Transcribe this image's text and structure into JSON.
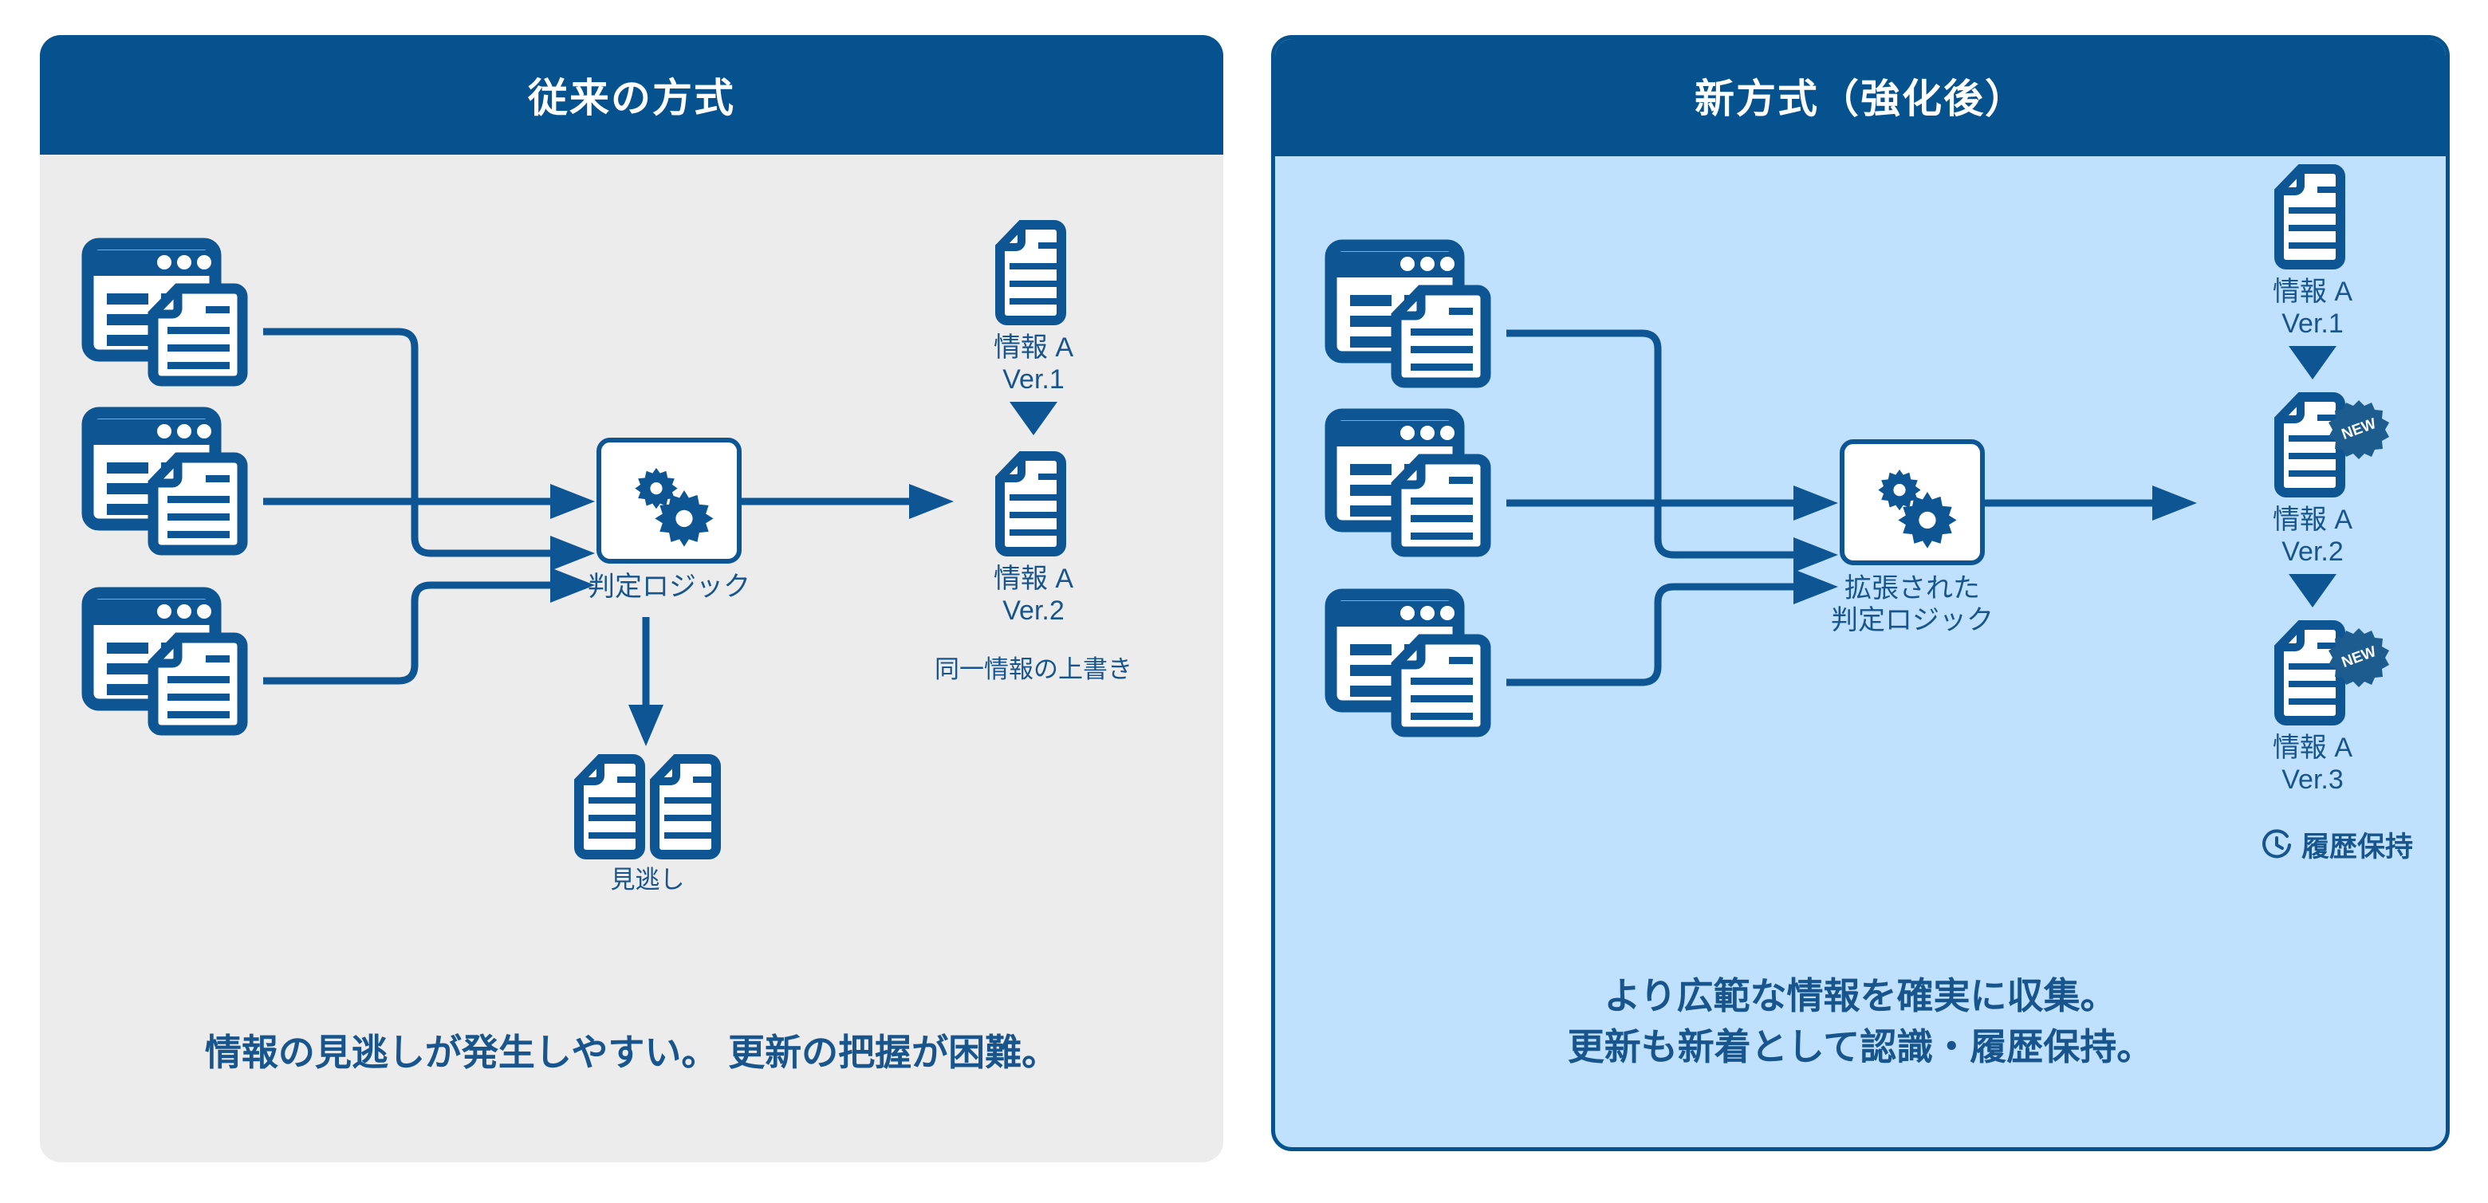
{
  "diagram": {
    "title_left": "従来の方式",
    "title_right": "新方式（強化後）",
    "colors": {
      "header_blue": "#05528f",
      "line_blue": "#0d5693",
      "text_blue": "#17558c",
      "left_body": "#ececec",
      "right_body": "#bfe1fd",
      "badge_blue": "#1d5c8f"
    }
  },
  "left": {
    "header": "従来の方式",
    "sources": [
      {
        "name": "source-window-1",
        "icon": "browser-window-document-icon"
      },
      {
        "name": "source-window-2",
        "icon": "browser-window-document-icon"
      },
      {
        "name": "source-window-3",
        "icon": "browser-window-document-icon"
      }
    ],
    "logic": {
      "label": "判定ロジック",
      "icon": "gears-icon"
    },
    "missed": {
      "label": "見逃し",
      "count": 2,
      "icon": "document-icon"
    },
    "output": {
      "items": [
        {
          "doc_label": "情報 A\nVer.1",
          "badge": null
        },
        {
          "doc_label": "情報 A\nVer.2",
          "badge": null
        }
      ],
      "note": "同一情報の上書き"
    },
    "caption": "情報の見逃しが発生しやすい。 更新の把握が困難。"
  },
  "right": {
    "header": "新方式（強化後）",
    "sources": [
      {
        "name": "source-window-1",
        "icon": "browser-window-document-icon"
      },
      {
        "name": "source-window-2",
        "icon": "browser-window-document-icon"
      },
      {
        "name": "source-window-3",
        "icon": "browser-window-document-icon"
      }
    ],
    "logic": {
      "label": "拡張された\n判定ロジック",
      "icon": "gears-icon"
    },
    "output": {
      "items": [
        {
          "doc_label": "情報 A\nVer.1",
          "badge": null
        },
        {
          "doc_label": "情報 A\nVer.2",
          "badge": "NEW"
        },
        {
          "doc_label": "情報 A\nVer.3",
          "badge": "NEW"
        }
      ],
      "history": {
        "label": "履歴保持",
        "icon": "history-clock-icon"
      }
    },
    "caption_line1": "より広範な情報を確実に収集。",
    "caption_line2": "更新も新着として認識・履歴保持。"
  }
}
